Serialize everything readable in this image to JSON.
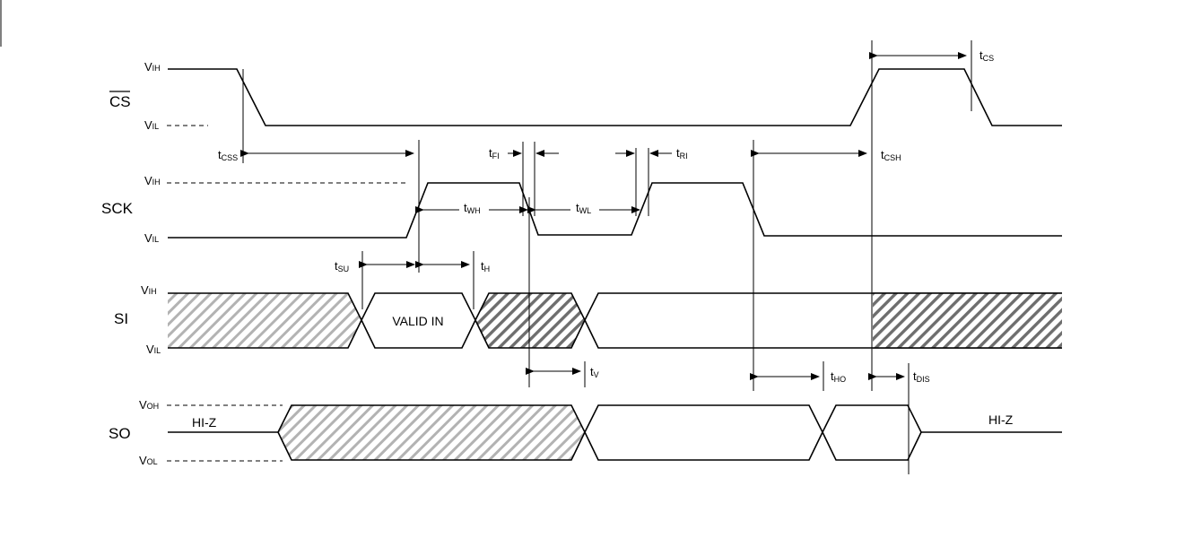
{
  "signals": {
    "cs": {
      "main": "CS"
    },
    "sck": "SCK",
    "si": "SI",
    "so": "SO"
  },
  "levels": {
    "v": "V",
    "ih": "IH",
    "il": "IL",
    "oh": "OH",
    "ol": "OL"
  },
  "timing": {
    "t": "t",
    "css": "CSS",
    "fi": "FI",
    "ri": "RI",
    "csh": "CSH",
    "cs": "CS",
    "wh": "WH",
    "wl": "WL",
    "su": "SU",
    "h": "H",
    "v": "V",
    "ho": "HO",
    "dis": "DIS"
  },
  "labels": {
    "valid_in": "VALID IN",
    "hiz_left": "HI-Z",
    "hiz_right": "HI-Z"
  }
}
